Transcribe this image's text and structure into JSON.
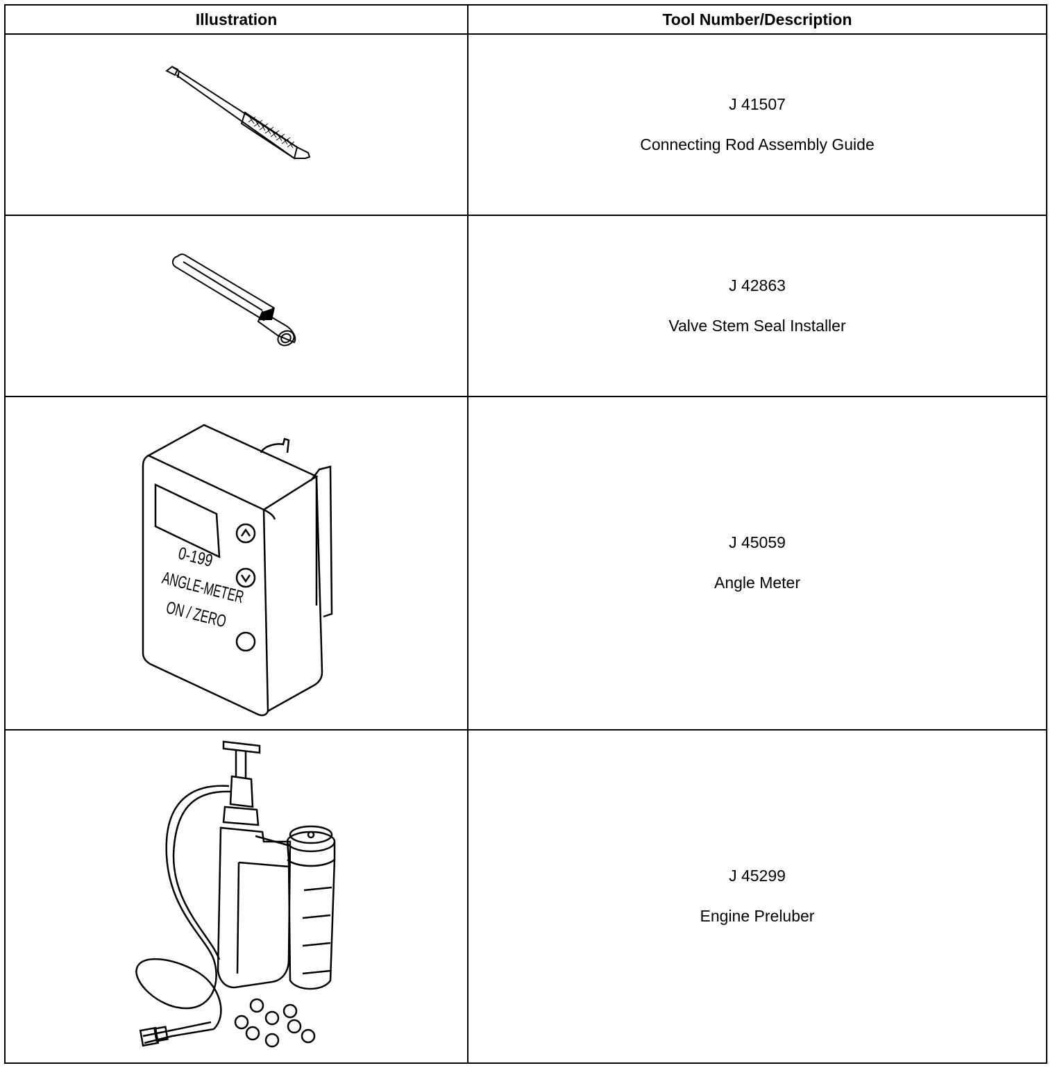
{
  "table": {
    "headers": [
      "Illustration",
      "Tool Number/Description"
    ],
    "rows": [
      {
        "illustration_icon": "connecting-rod-guide-icon",
        "tool_number": "J 41507",
        "description": "Connecting Rod Assembly Guide"
      },
      {
        "illustration_icon": "valve-stem-seal-installer-icon",
        "tool_number": "J 42863",
        "description": "Valve Stem Seal Installer"
      },
      {
        "illustration_icon": "angle-meter-icon",
        "tool_number": "J 45059",
        "description": "Angle Meter",
        "device_labels": {
          "range": "0-199",
          "name": "ANGLE-METER",
          "button": "ON / ZERO"
        }
      },
      {
        "illustration_icon": "engine-preluber-icon",
        "tool_number": "J 45299",
        "description": "Engine Preluber"
      }
    ]
  }
}
